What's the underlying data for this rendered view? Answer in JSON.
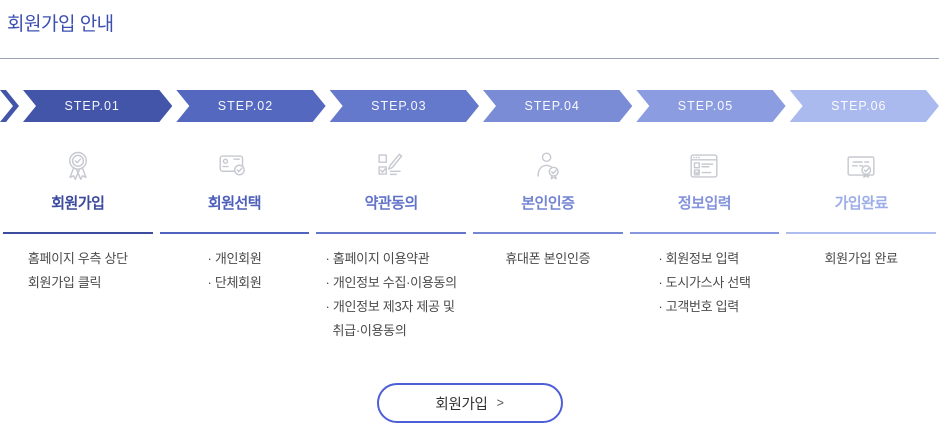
{
  "page": {
    "title": "회원가입 안내"
  },
  "steps": [
    {
      "label": "STEP.01",
      "color": "#4355a9"
    },
    {
      "label": "STEP.02",
      "color": "#5468bf"
    },
    {
      "label": "STEP.03",
      "color": "#6579cc"
    },
    {
      "label": "STEP.04",
      "color": "#7b8cd7"
    },
    {
      "label": "STEP.05",
      "color": "#8c9ce0"
    },
    {
      "label": "STEP.06",
      "color": "#abbaee"
    }
  ],
  "columns": [
    {
      "icon": "medal-ribbon-icon",
      "label": "회원가입",
      "label_color": "#3c4a9d",
      "divider_color": "#3e4c9f",
      "desc": [
        "홈페이지 우측 상단",
        "회원가입 클릭"
      ]
    },
    {
      "icon": "id-card-check-icon",
      "label": "회원선택",
      "label_color": "#4d5fba",
      "divider_color": "#5063bd",
      "desc": [
        "· 개인회원",
        "· 단체회원"
      ]
    },
    {
      "icon": "checklist-pen-icon",
      "label": "약관동의",
      "label_color": "#6173c9",
      "divider_color": "#6275ca",
      "desc": [
        "· 홈페이지 이용약관",
        "· 개인정보 수집·이용동의",
        "· 개인정보 제3자 제공 및",
        "취급·이용동의"
      ]
    },
    {
      "icon": "person-badge-icon",
      "label": "본인인증",
      "label_color": "#7384d3",
      "divider_color": "#7586d4",
      "desc": [
        "휴대폰 본인인증"
      ]
    },
    {
      "icon": "browser-form-icon",
      "label": "정보입력",
      "label_color": "#8392dc",
      "divider_color": "#8796de",
      "desc": [
        "· 회원정보 입력",
        "· 도시가스사 선택",
        "· 고객번호 입력"
      ]
    },
    {
      "icon": "certificate-seal-icon",
      "label": "가입완료",
      "label_color": "#9dade8",
      "divider_color": "#b0bdef",
      "desc": [
        "회원가입 완료"
      ]
    }
  ],
  "button": {
    "label": "회원가입",
    "arrow": ">",
    "border_color": "#4e5ed6"
  }
}
